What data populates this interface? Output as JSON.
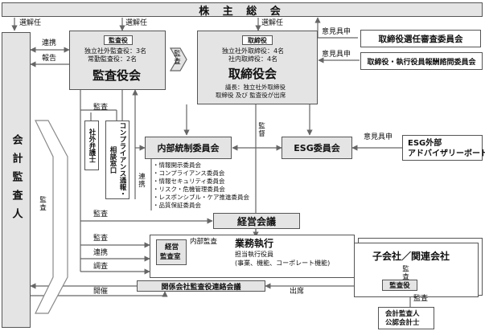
{
  "shareholders_meeting": "株 主 総 会",
  "accounting_auditor": "会計監査人",
  "audit_board": {
    "tag": "監査役",
    "line1": "独立社外監査役：3名",
    "line2": "常勤監査役：2名",
    "title": "監査役会"
  },
  "board": {
    "tag": "取締役",
    "line1": "独立社外取締役：4名",
    "line2": "社内取締役：4名",
    "title": "取締役会",
    "note1": "議長：独立社外取締役",
    "note2": "取締役 及び 監査役が出席"
  },
  "nomination_committee": "取締役選任審査委員会",
  "compensation_committee": "取締役・執行役員報酬諮問委員会",
  "internal_control_committee": "内部統制委員会",
  "esg_committee": "ESG委員会",
  "esg_advisory": {
    "line1": "ESG外部",
    "line2": "アドバイザリーボード"
  },
  "outside_lawyer": "社外弁護士",
  "compliance_desk": "コンプライアンス通報・相談窓口",
  "sub_committees": [
    "・情報開示委員会",
    "・コンプライアンス委員会",
    "・情報セキュリティ委員会",
    "・リスク・危機管理委員会",
    "・レスポンシブル・ケア推進委員会",
    "・品質保証委員会"
  ],
  "management_meeting": "経営会議",
  "business_execution": {
    "title": "業務執行",
    "line1": "担当執行役員",
    "line2": "(事業、機能、コーポレート機能)"
  },
  "audit_office": {
    "line1": "経営",
    "line2": "監査室"
  },
  "internal_audit": "内部監査",
  "subsidiaries": "子会社／関連会社",
  "subsidiary_auditor": "監査役",
  "affiliate_auditors_meeting": "関係会社監査役連絡会議",
  "cpa_box": {
    "line1": "会計監査人",
    "line2": "公認会計士"
  },
  "labels": {
    "elect_dismiss_left": "選解任",
    "elect_dismiss_mid": "選解任",
    "elect_dismiss_right": "選解任",
    "opinion1": "意見具申",
    "opinion2": "意見具申",
    "opinion3": "意見具申",
    "cooperate_top": "連携",
    "report": "報告",
    "audit_arrow": "監査",
    "audit_big": "監査",
    "audit_ic": "監査",
    "supervise": "監督",
    "cooperate_mid": "連携",
    "audit_mm": "監査",
    "audit_be": "監査",
    "cooperate_be": "連携",
    "investigate": "調査",
    "convene": "開催",
    "attend": "出席",
    "audit_sub": "監査",
    "audit_cpa": "監査"
  }
}
